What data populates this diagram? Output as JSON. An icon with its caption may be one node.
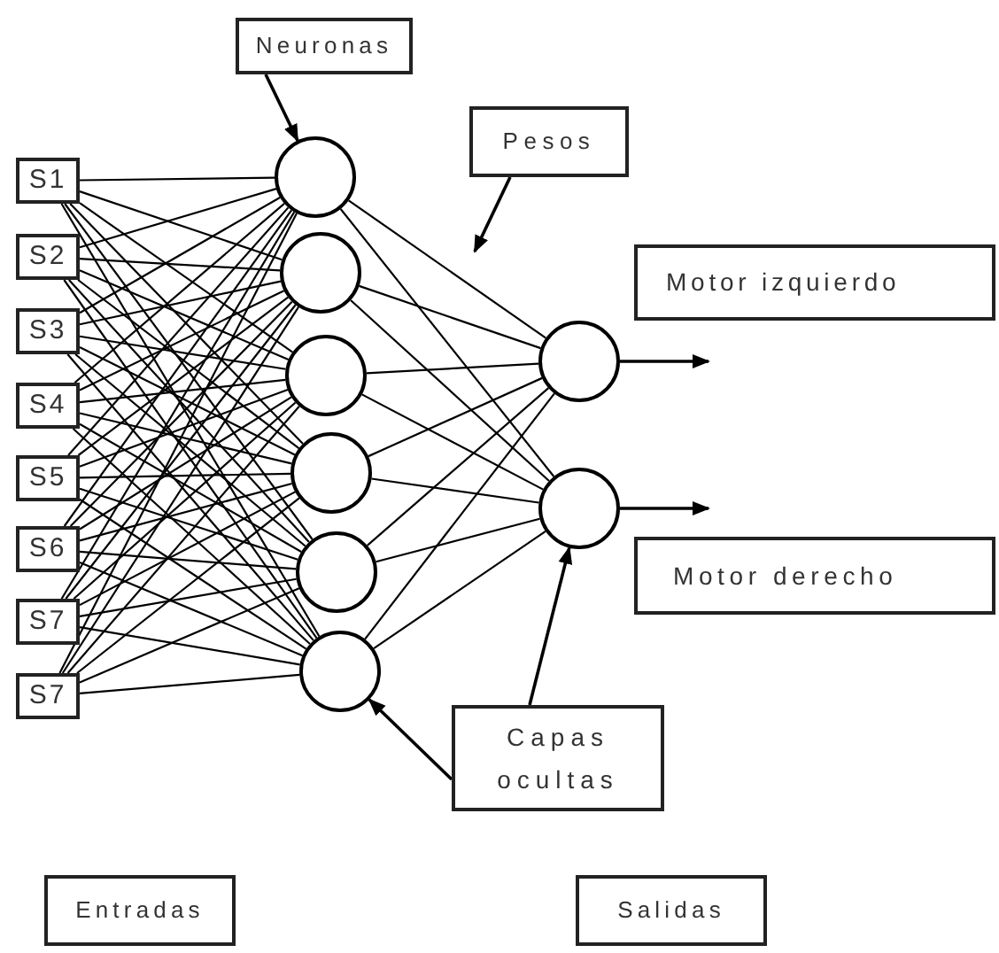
{
  "diagram": {
    "nodes": [
      {
        "text": [
          "S1"
        ]
      },
      {
        "text": [
          "S2"
        ]
      },
      {
        "text": [
          "S3"
        ]
      },
      {
        "text": [
          "S4"
        ]
      },
      {
        "text": [
          "S5"
        ]
      },
      {
        "text": [
          "S6"
        ]
      },
      {
        "text": [
          "S7"
        ]
      },
      {
        "text": [
          "S7"
        ]
      },
      {
        "text": [],
        "shape": "circle"
      },
      {
        "text": [],
        "shape": "circle"
      },
      {
        "text": [],
        "shape": "circle"
      },
      {
        "text": [],
        "shape": "circle"
      },
      {
        "text": [],
        "shape": "circle"
      },
      {
        "text": [],
        "shape": "circle"
      },
      {
        "text": [],
        "shape": "circle"
      },
      {
        "text": [],
        "shape": "circle"
      },
      {
        "text": [
          "Neuronas"
        ]
      },
      {
        "text": [
          "Pesos"
        ]
      },
      {
        "text": [
          "Motor izquierdo"
        ]
      },
      {
        "text": [
          "Motor derecho"
        ]
      },
      {
        "text": [
          "Capas ocultas"
        ]
      },
      {
        "text": [
          "Entradas"
        ]
      },
      {
        "text": [
          "Salidas"
        ]
      }
    ],
    "edges": [
      {
        "from": 0,
        "to": 8,
        "arrow": "none"
      },
      {
        "from": 0,
        "to": 9,
        "arrow": "none"
      },
      {
        "from": 0,
        "to": 10,
        "arrow": "none"
      },
      {
        "from": 0,
        "to": 11,
        "arrow": "none"
      },
      {
        "from": 0,
        "to": 12,
        "arrow": "none"
      },
      {
        "from": 0,
        "to": 13,
        "arrow": "none"
      },
      {
        "from": 1,
        "to": 8,
        "arrow": "none"
      },
      {
        "from": 1,
        "to": 9,
        "arrow": "none"
      },
      {
        "from": 1,
        "to": 10,
        "arrow": "none"
      },
      {
        "from": 1,
        "to": 11,
        "arrow": "none"
      },
      {
        "from": 1,
        "to": 12,
        "arrow": "none"
      },
      {
        "from": 1,
        "to": 13,
        "arrow": "none"
      },
      {
        "from": 2,
        "to": 8,
        "arrow": "none"
      },
      {
        "from": 2,
        "to": 9,
        "arrow": "none"
      },
      {
        "from": 2,
        "to": 10,
        "arrow": "none"
      },
      {
        "from": 2,
        "to": 11,
        "arrow": "none"
      },
      {
        "from": 2,
        "to": 12,
        "arrow": "none"
      },
      {
        "from": 2,
        "to": 13,
        "arrow": "none"
      },
      {
        "from": 3,
        "to": 8,
        "arrow": "none"
      },
      {
        "from": 3,
        "to": 9,
        "arrow": "none"
      },
      {
        "from": 3,
        "to": 10,
        "arrow": "none"
      },
      {
        "from": 3,
        "to": 11,
        "arrow": "none"
      },
      {
        "from": 3,
        "to": 12,
        "arrow": "none"
      },
      {
        "from": 3,
        "to": 13,
        "arrow": "none"
      },
      {
        "from": 4,
        "to": 8,
        "arrow": "none"
      },
      {
        "from": 4,
        "to": 9,
        "arrow": "none"
      },
      {
        "from": 4,
        "to": 10,
        "arrow": "none"
      },
      {
        "from": 4,
        "to": 11,
        "arrow": "none"
      },
      {
        "from": 4,
        "to": 12,
        "arrow": "none"
      },
      {
        "from": 4,
        "to": 13,
        "arrow": "none"
      },
      {
        "from": 5,
        "to": 8,
        "arrow": "none"
      },
      {
        "from": 5,
        "to": 9,
        "arrow": "none"
      },
      {
        "from": 5,
        "to": 10,
        "arrow": "none"
      },
      {
        "from": 5,
        "to": 11,
        "arrow": "none"
      },
      {
        "from": 5,
        "to": 12,
        "arrow": "none"
      },
      {
        "from": 5,
        "to": 13,
        "arrow": "none"
      },
      {
        "from": 6,
        "to": 8,
        "arrow": "none"
      },
      {
        "from": 6,
        "to": 9,
        "arrow": "none"
      },
      {
        "from": 6,
        "to": 10,
        "arrow": "none"
      },
      {
        "from": 6,
        "to": 11,
        "arrow": "none"
      },
      {
        "from": 6,
        "to": 12,
        "arrow": "none"
      },
      {
        "from": 6,
        "to": 13,
        "arrow": "none"
      },
      {
        "from": 7,
        "to": 8,
        "arrow": "none"
      },
      {
        "from": 7,
        "to": 9,
        "arrow": "none"
      },
      {
        "from": 7,
        "to": 10,
        "arrow": "none"
      },
      {
        "from": 7,
        "to": 11,
        "arrow": "none"
      },
      {
        "from": 7,
        "to": 12,
        "arrow": "none"
      },
      {
        "from": 7,
        "to": 13,
        "arrow": "none"
      },
      {
        "from": 8,
        "to": 14,
        "arrow": "none"
      },
      {
        "from": 8,
        "to": 15,
        "arrow": "none"
      },
      {
        "from": 9,
        "to": 14,
        "arrow": "none"
      },
      {
        "from": 9,
        "to": 15,
        "arrow": "none"
      },
      {
        "from": 10,
        "to": 14,
        "arrow": "none"
      },
      {
        "from": 10,
        "to": 15,
        "arrow": "none"
      },
      {
        "from": 11,
        "to": 14,
        "arrow": "none"
      },
      {
        "from": 11,
        "to": 15,
        "arrow": "none"
      },
      {
        "from": 12,
        "to": 14,
        "arrow": "none"
      },
      {
        "from": 12,
        "to": 15,
        "arrow": "none"
      },
      {
        "from": 13,
        "to": 14,
        "arrow": "none"
      },
      {
        "from": 13,
        "to": 15,
        "arrow": "none"
      },
      {
        "from": 14,
        "to": 18,
        "arrow": "to"
      },
      {
        "from": 15,
        "to": 19,
        "arrow": "to"
      },
      {
        "from": 16,
        "to": 8,
        "arrow": "to"
      },
      {
        "from": 17,
        "to": null,
        "arrow": "to"
      },
      {
        "from": 20,
        "to": 13,
        "arrow": "to"
      },
      {
        "from": 20,
        "to": 15,
        "arrow": "to"
      }
    ]
  }
}
